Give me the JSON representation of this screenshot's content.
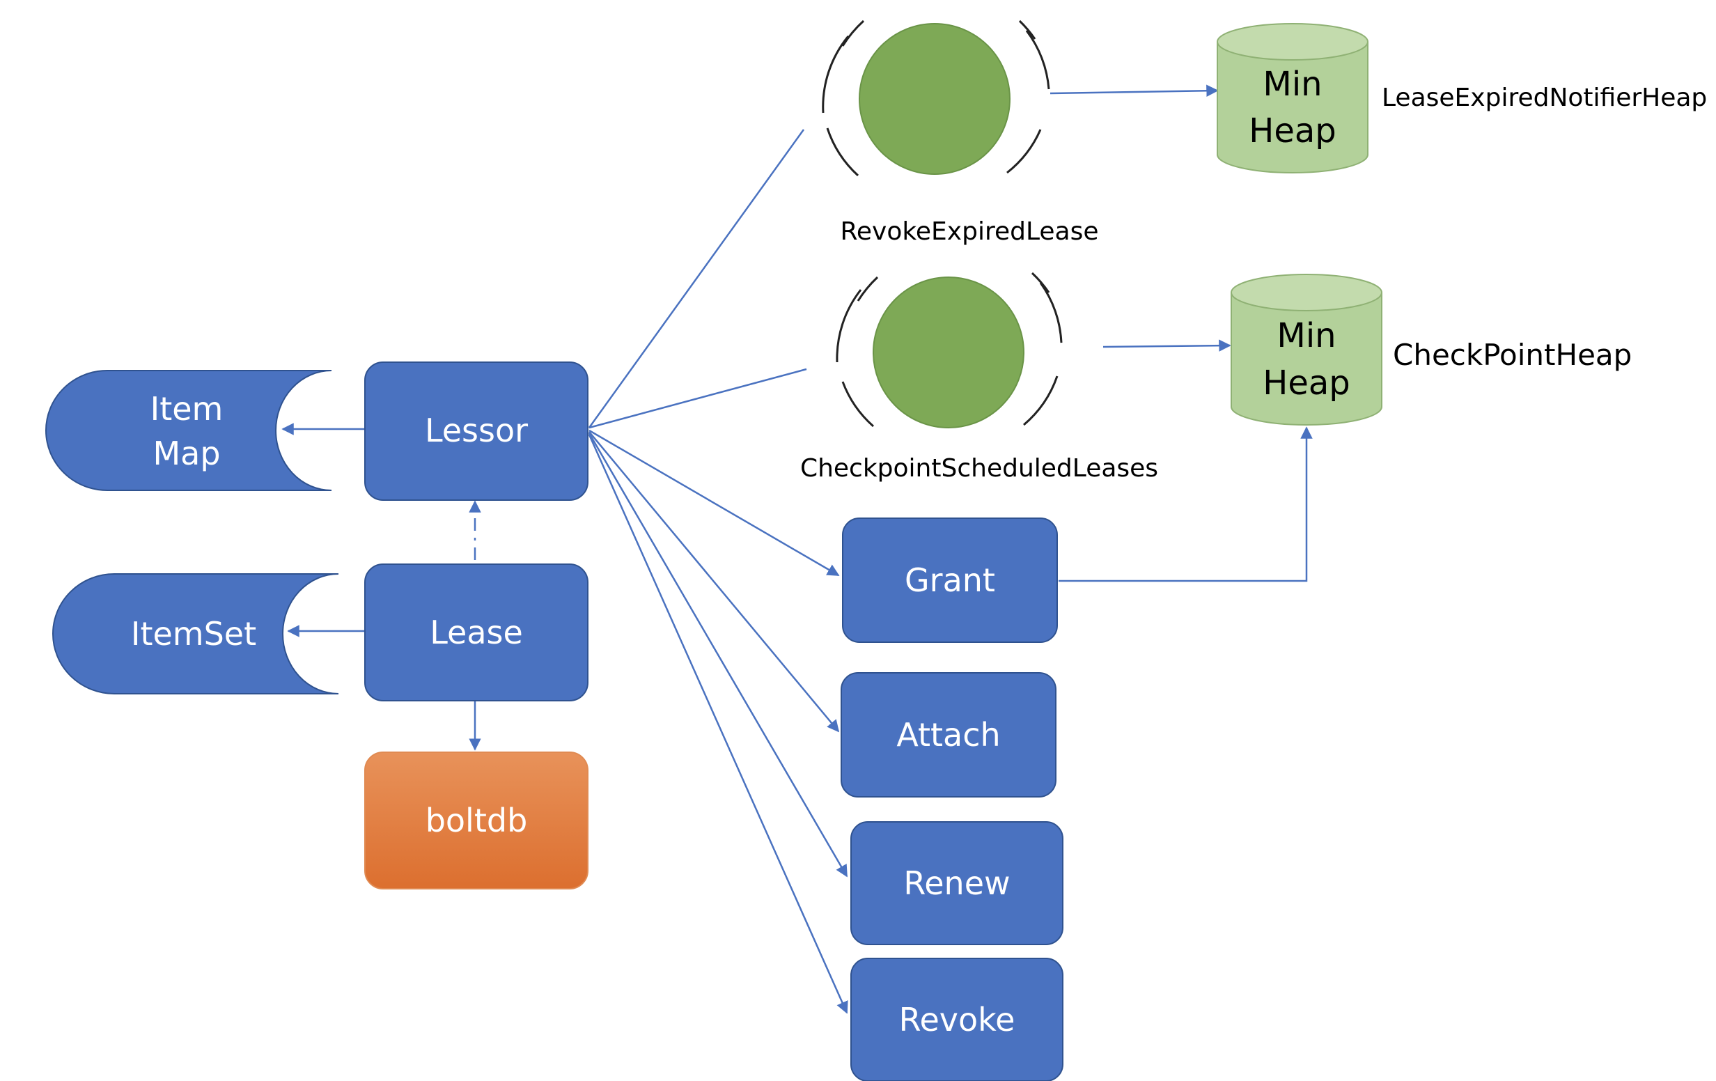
{
  "nodes": {
    "item_map": {
      "line1": "Item",
      "line2": "Map"
    },
    "item_set": {
      "label": "ItemSet"
    },
    "lessor": {
      "label": "Lessor"
    },
    "lease": {
      "label": "Lease"
    },
    "boltdb": {
      "label": "boltdb"
    },
    "grant": {
      "label": "Grant"
    },
    "attach": {
      "label": "Attach"
    },
    "renew": {
      "label": "Renew"
    },
    "revoke": {
      "label": "Revoke"
    },
    "revoke_expired_lease": {
      "label": "RevokeExpiredLease"
    },
    "checkpoint_scheduled_leases": {
      "label": "CheckpointScheduledLeases"
    },
    "heap_expired": {
      "line1": "Min",
      "line2": "Heap",
      "caption": "LeaseExpiredNotifierHeap"
    },
    "heap_checkpoint": {
      "line1": "Min",
      "line2": "Heap",
      "caption": "CheckPointHeap"
    }
  },
  "colors": {
    "box_fill": "#4a72c0",
    "box_stroke": "#2f528f",
    "orange_top": "#e8925a",
    "orange_bottom": "#dc6f2f",
    "green_circle": "#7ea956",
    "heap_fill": "#b3d19a",
    "heap_stroke": "#8fb174",
    "line": "#4a72c0"
  }
}
